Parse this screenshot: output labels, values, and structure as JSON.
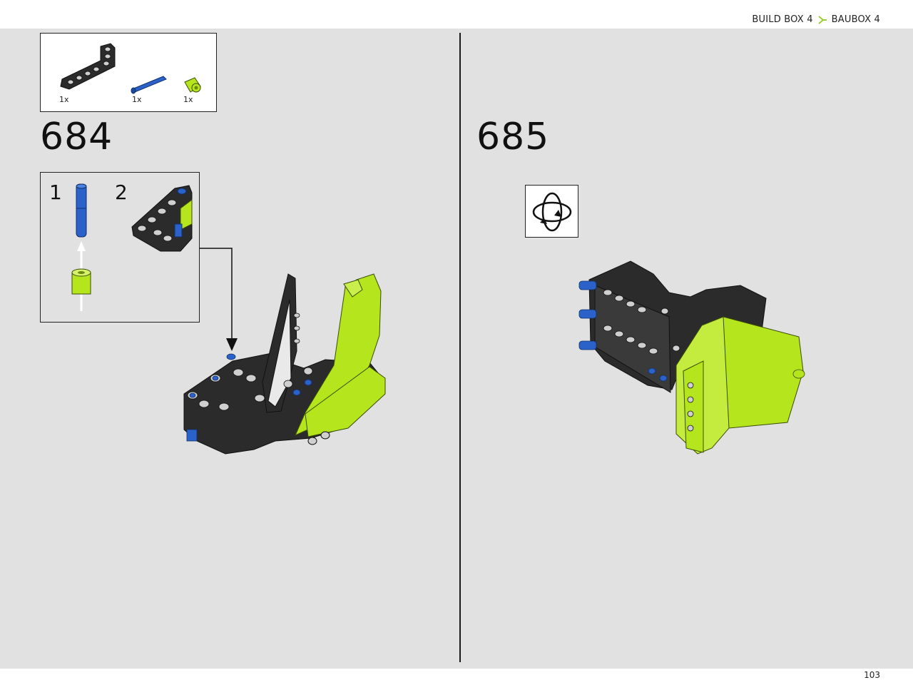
{
  "header": {
    "breadcrumb_en": "BUILD BOX 4",
    "breadcrumb_de": "BAUBOX 4",
    "separator_icon": "arrow-split-icon"
  },
  "parts_list": {
    "items": [
      {
        "name": "black-l-beam",
        "qty": "1x"
      },
      {
        "name": "blue-pin",
        "qty": "1x"
      },
      {
        "name": "lime-bush",
        "qty": "1x"
      }
    ]
  },
  "steps": [
    {
      "number": "684",
      "sub_steps": [
        "1",
        "2"
      ]
    },
    {
      "number": "685",
      "icon": "rotate-model-icon"
    }
  ],
  "colors": {
    "lime": "#b5e61d",
    "black_part": "#2b2b2b",
    "blue_pin": "#2a62c9",
    "background": "#e1e1e1"
  },
  "footer": {
    "page_number": "103"
  }
}
